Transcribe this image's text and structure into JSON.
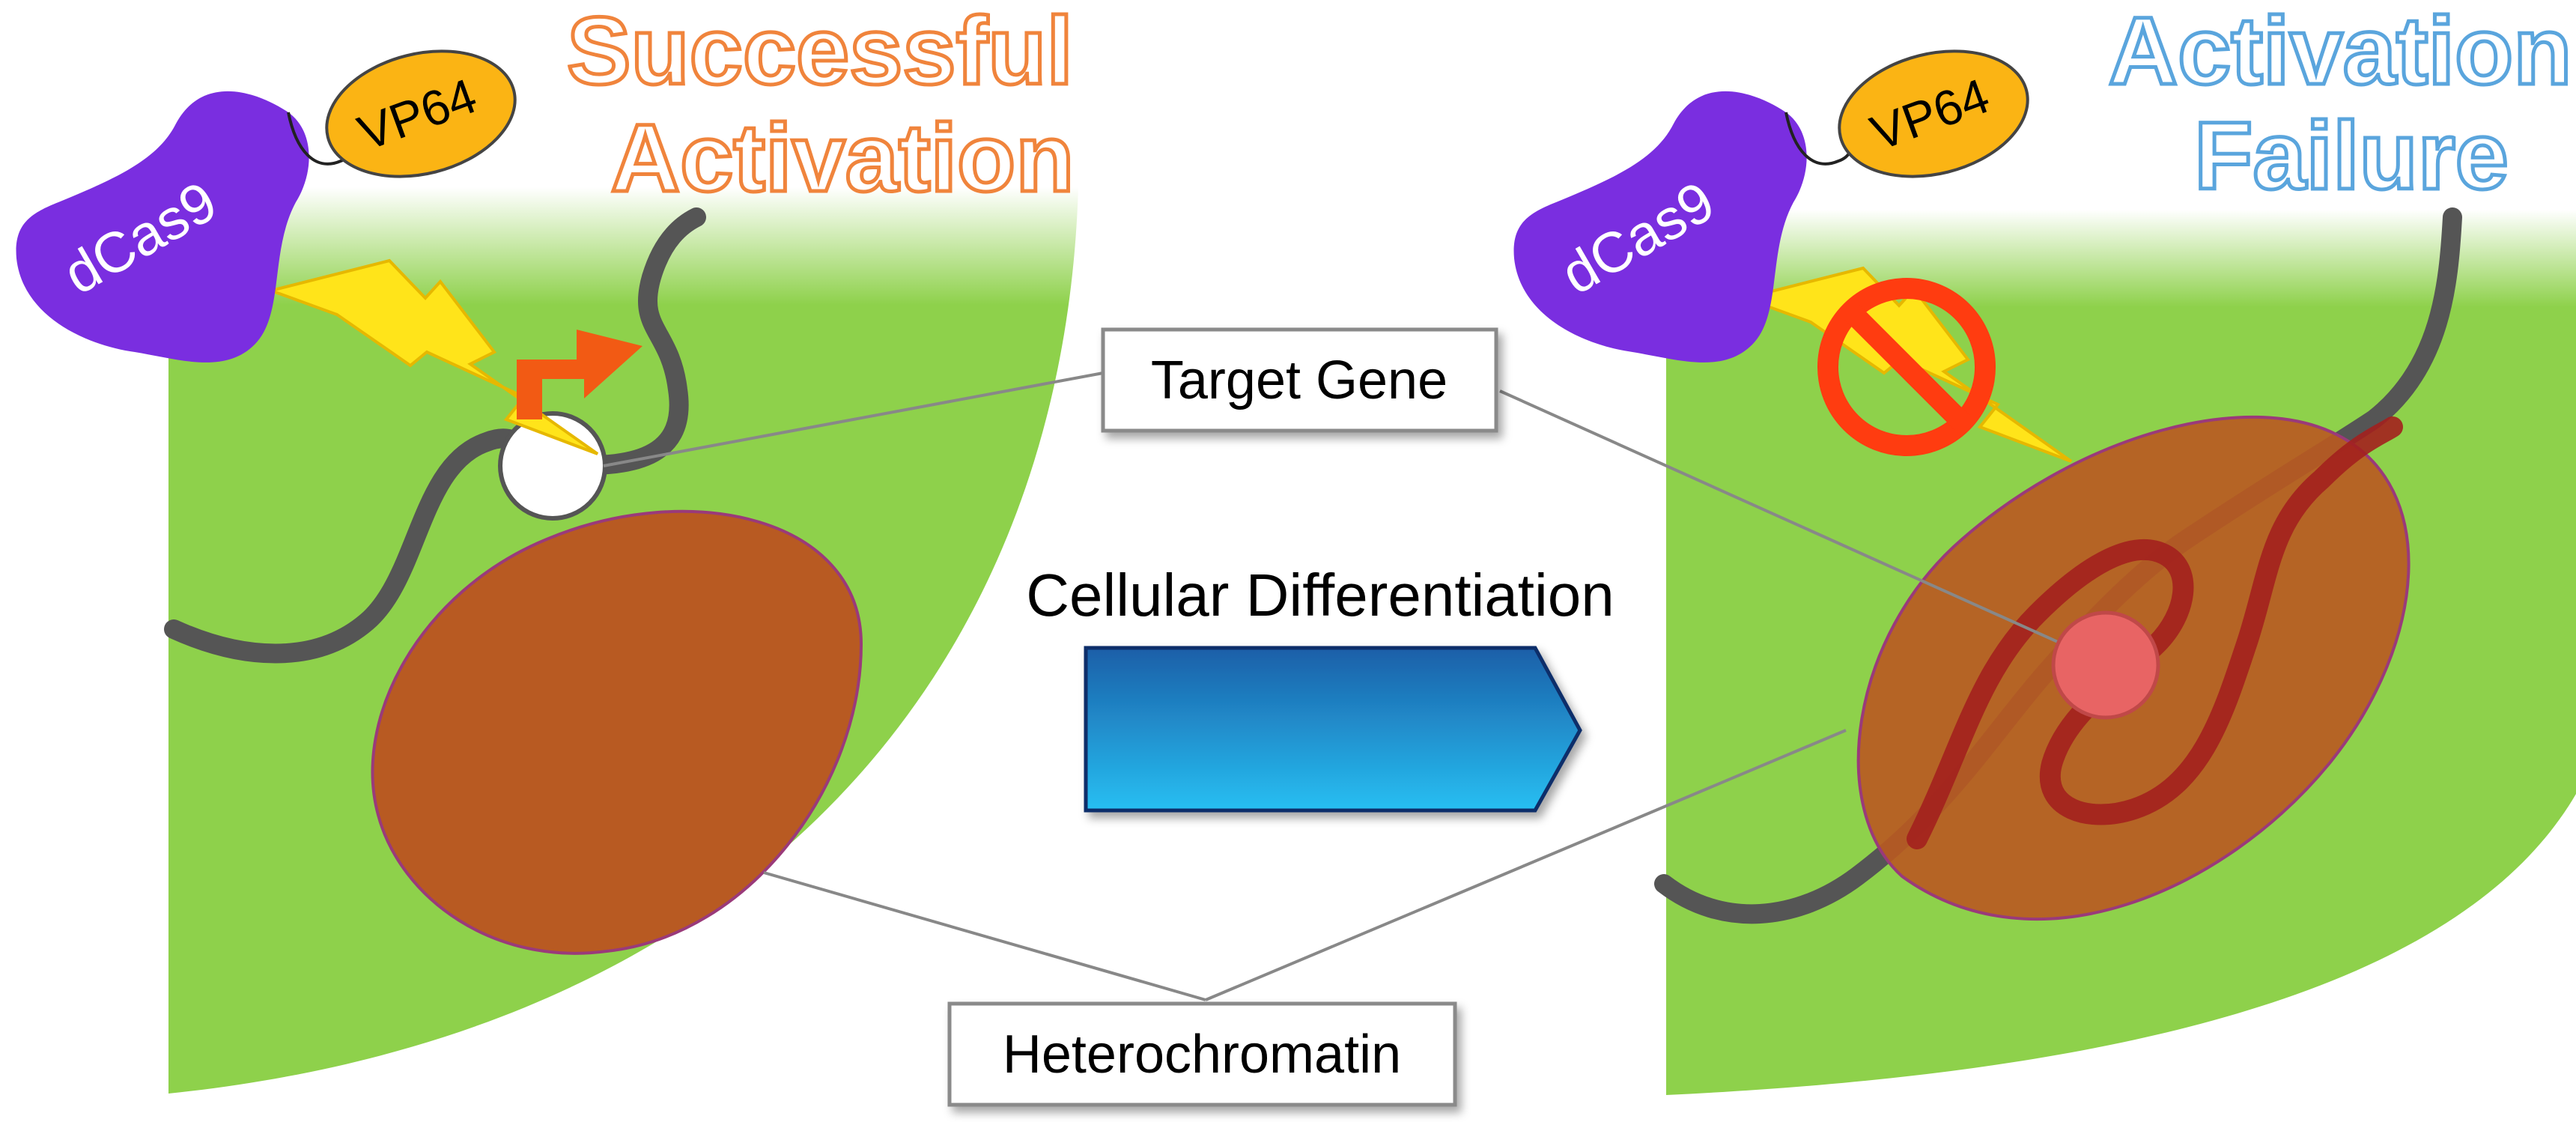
{
  "left_panel": {
    "title_line1": "Successful",
    "title_line2": "Activation",
    "title_color": "#f0843c",
    "dcas9_label": "dCas9",
    "vp64_label": "VP64"
  },
  "right_panel": {
    "title_line1": "Activation",
    "title_line2": "Failure",
    "title_color": "#5aa5dd",
    "dcas9_label": "dCas9",
    "vp64_label": "VP64"
  },
  "labels": {
    "target_gene": "Target Gene",
    "heterochromatin": "Heterochromatin",
    "process": "Cellular Differentiation"
  },
  "colors": {
    "cell": "#8ed14b",
    "heterochromatin": "#b85a22",
    "dcas9": "#7a2ee0",
    "vp64": "#fbb414",
    "dna": "#555555",
    "lightning": "#ffe41a",
    "promoter_arrow": "#f25a14",
    "prohibit": "#ff3c10",
    "silenced_gene": "#e86464",
    "process_arrow": "#1e82d2"
  }
}
